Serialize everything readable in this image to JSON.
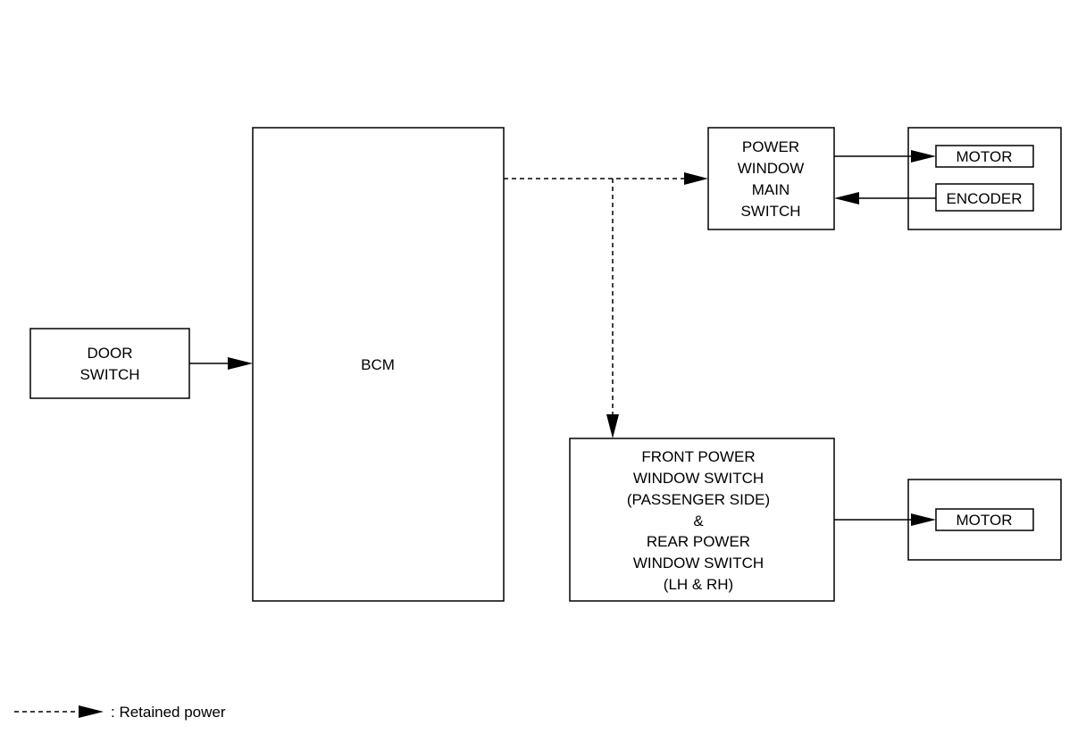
{
  "blocks": {
    "door_switch": {
      "lines": [
        "DOOR",
        "SWITCH"
      ]
    },
    "bcm": {
      "lines": [
        "BCM"
      ]
    },
    "main_switch": {
      "lines": [
        "POWER",
        "WINDOW",
        "MAIN",
        "SWITCH"
      ]
    },
    "front_rear_switch": {
      "lines": [
        "FRONT POWER",
        "WINDOW SWITCH",
        "(PASSENGER SIDE)",
        "&",
        "REAR POWER",
        "WINDOW SWITCH",
        "(LH & RH)"
      ]
    },
    "motor_upper": "MOTOR",
    "encoder": "ENCODER",
    "motor_lower": "MOTOR"
  },
  "legend": {
    "text": ": Retained power"
  }
}
